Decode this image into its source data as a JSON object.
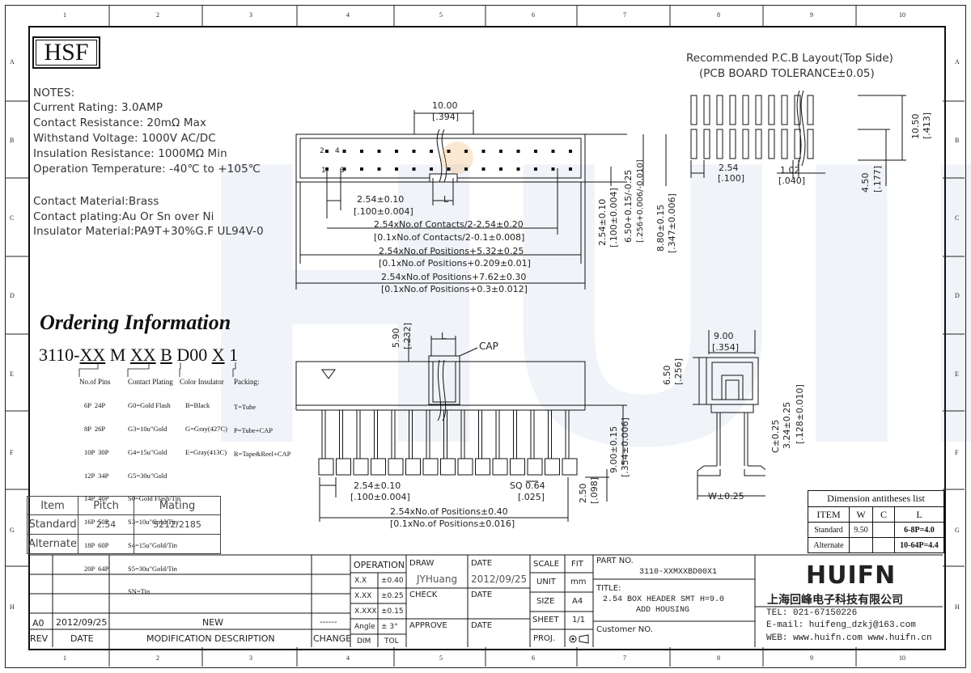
{
  "brand": {
    "logo_text": "HSF",
    "watermark": "HUIFN"
  },
  "grid": {
    "columns": [
      "1",
      "2",
      "3",
      "4",
      "5",
      "6",
      "7",
      "8",
      "9",
      "10"
    ],
    "rows": [
      "A",
      "B",
      "C",
      "D",
      "E",
      "F",
      "G",
      "H"
    ]
  },
  "notes": {
    "heading": "NOTES:",
    "lines": [
      "Current Rating: 3.0AMP",
      "Contact Resistance: 20mΩ Max",
      "Withstand Voltage: 1000V AC/DC",
      "Insulation Resistance: 1000MΩ Min",
      "Operation Temperature: -40℃ to +105℃"
    ],
    "material_lines": [
      "Contact Material:Brass",
      "Contact plating:Au Or Sn over Ni",
      "Insulator Material:PA9T+30%G.F UL94V-0"
    ]
  },
  "ordering": {
    "title": "Ordering Information",
    "pn_parts": [
      "3110-",
      "XX",
      " M ",
      "XX",
      " ",
      "B",
      " D00 ",
      "X",
      " 1"
    ],
    "pins_head": "No.of Pins",
    "pins": [
      "6P  24P",
      "8P  26P",
      "10P  30P",
      "12P  34P",
      "14P  40P",
      "16P  50P",
      "18P  60P",
      "20P  64P"
    ],
    "plating_head": "Contact Plating",
    "plating": [
      "G0=Gold Flash",
      "G3=10u\"Gold",
      "G4=15u\"Gold",
      "G5=30u\"Gold",
      "S0=Gold Flash/Tin",
      "S3=10u\"Gold/Tin",
      "S4=15u\"Gold/Tin",
      "S5=30u\"Gold/Tin",
      "SN=Tin"
    ],
    "color_head": "Color Insulator",
    "colors": [
      "B=Black",
      "G=Gray(427C)",
      "E=Gray(413C)"
    ],
    "packing_head": "Packing:",
    "packing": [
      "T=Tube",
      "P=Tube+CAP",
      "R=Tape&Reel+CAP"
    ]
  },
  "pcb": {
    "title": "Recommended P.C.B Layout(Top Side)",
    "subtitle": "(PCB BOARD TOLERANCE±0.05)",
    "dims": {
      "pitch": "2.54",
      "pitch_in": "[.100]",
      "pad_w": "1.02",
      "pad_w_in": "[.040]",
      "span": "10.50",
      "span_in": "[.413]",
      "pad_l": "4.50",
      "pad_l_in": "[.177]"
    }
  },
  "top_view": {
    "width": "10.00",
    "width_in": "[.394]",
    "pin1": "1",
    "pin2": "2",
    "pin3": "3",
    "pin4": "4",
    "l_label": "L",
    "d1": "2.54±0.10",
    "d1_in": "[.100±0.004]",
    "d2": "2.54xNo.of Contacts/2-2.54±0.20",
    "d2_in": "[0.1xNo.of Contacts/2-0.1±0.008]",
    "d3": "2.54xNo.of Positions+5.32±0.25",
    "d3_in": "[0.1xNo.of Positions+0.209±0.01]",
    "d4": "2.54xNo.of Positions+7.62±0.30",
    "d4_in": "[0.1xNo.of Positions+0.3±0.012]",
    "v1": "2.54±0.10",
    "v1_in": "[.100±0.004]",
    "v2": "6.50+0.15/-0.25",
    "v2_in": "[.256+0.006/-0.010]",
    "v3": "8.80±0.15",
    "v3_in": "[.347±0.006]"
  },
  "front_view": {
    "cap": "CAP",
    "l_label": "L",
    "h1": "5.90",
    "h1_in": "[.232]",
    "h2": "9.00±0.15",
    "h2_in": "[.354±0.006]",
    "h3": "2.50",
    "h3_in": "[.098]",
    "p1": "2.54±0.10",
    "p1_in": "[.100±0.004]",
    "sq": "SQ 0.64",
    "sq_in": "[.025]",
    "span": "2.54xNo.of Positions±0.40",
    "span_in": "[0.1xNo.of Positions±0.016]"
  },
  "side_view": {
    "w": "9.00",
    "w_in": "[.354]",
    "h": "6.50",
    "h_in": "[.256]",
    "c": "C±0.25",
    "t": "3.24±0.25",
    "t_in": "[.128±0.010]",
    "wtol": "W±0.25"
  },
  "pitch_table": {
    "headers": [
      "Item",
      "Pitch",
      "Mating"
    ],
    "rows": [
      [
        "Standard",
        "2.54",
        "5212/2185"
      ],
      [
        "Alternate",
        "",
        ""
      ]
    ]
  },
  "dim_list": {
    "title": "Dimension antitheses list",
    "headers": [
      "ITEM",
      "W",
      "C",
      "L"
    ],
    "rows": [
      [
        "Standard",
        "9.50",
        "",
        "6-8P=4.0"
      ],
      [
        "Alternate",
        "",
        "",
        "10-64P=4.4"
      ]
    ]
  },
  "title_block": {
    "rev_row": {
      "rev": "A0",
      "date": "2012/09/25",
      "desc": "NEW",
      "change": "------"
    },
    "footer": {
      "rev": "REV",
      "date": "DATE",
      "desc": "MODIFICATION DESCRIPTION",
      "change": "CHANGE"
    },
    "operation": "OPERATION",
    "dim": "DIM",
    "tol": "TOL",
    "tols": [
      [
        "X.X",
        "±0.40"
      ],
      [
        "X.XX",
        "±0.25"
      ],
      [
        "X.XXX",
        "±0.15"
      ],
      [
        "Angle",
        "± 3°"
      ]
    ],
    "draw": "DRAW",
    "drawer": "JYHuang",
    "check": "CHECK",
    "approve": "APPROVE",
    "date_lbl": "DATE",
    "date_val": "2012/09/25",
    "scale": "SCALE",
    "fit": "FIT",
    "unit": "UNIT",
    "unit_val": "mm",
    "size": "SIZE",
    "size_val": "A4",
    "sheet": "SHEET",
    "sheet_val": "1/1",
    "proj": "PROJ.",
    "part_no_lbl": "PART NO.",
    "part_no": "3110-XXMXXBD00X1",
    "title_lbl": "TITLE:",
    "title_l1": "2.54 BOX HEADER SMT H=9.0",
    "title_l2": "ADD HOUSING",
    "customer": "Customer NO.",
    "company_logo": "HUIFN",
    "company_cn": "上海回峰电子科技有限公司",
    "tel": "TEL: 021-67150226",
    "email": "E-mail: huifeng_dzkj@163.com",
    "web": "WEB: www.huifn.com  www.huifn.cn"
  }
}
